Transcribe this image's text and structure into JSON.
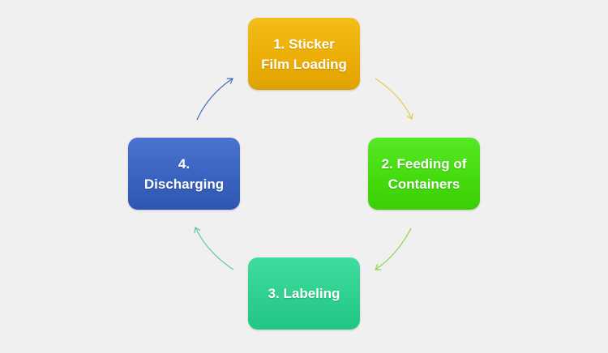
{
  "diagram": {
    "steps": [
      {
        "label": "1. Sticker\nFilm Loading",
        "color": "#ecae07"
      },
      {
        "label": "2. Feeding of\nContainers",
        "color": "#45dc0f"
      },
      {
        "label": "3. Labeling",
        "color": "#2fd08f"
      },
      {
        "label": "4.\nDischarging",
        "color": "#3a63c0"
      }
    ],
    "arrows": [
      {
        "from": "1. Sticker\nFilm Loading",
        "to": "2. Feeding of\nContainers",
        "color": "#e6c84a"
      },
      {
        "from": "2. Feeding of\nContainers",
        "to": "3. Labeling",
        "color": "#8ed44a"
      },
      {
        "from": "3. Labeling",
        "to": "4.\nDischarging",
        "color": "#5cc7b0"
      },
      {
        "from": "4.\nDischarging",
        "to": "1. Sticker\nFilm Loading",
        "color": "#3f6fb4"
      }
    ]
  }
}
